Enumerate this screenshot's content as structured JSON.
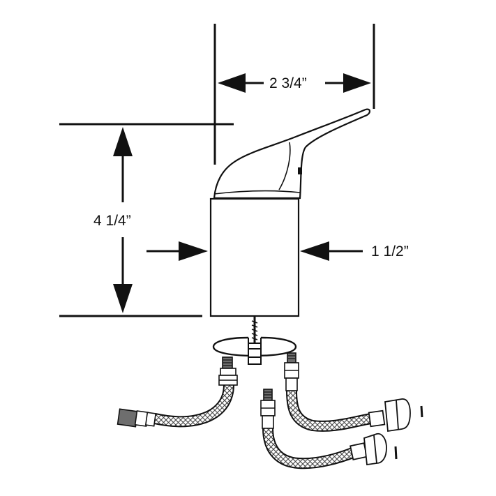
{
  "diagram": {
    "dimensions": {
      "width_label": "2 3/4”",
      "height_label": "4 1/4”",
      "base_label": "1 1/2”"
    }
  },
  "colors": {
    "background": "#ffffff",
    "line": "#111111",
    "braid": "#444444",
    "cap": "#6e6e6e"
  }
}
